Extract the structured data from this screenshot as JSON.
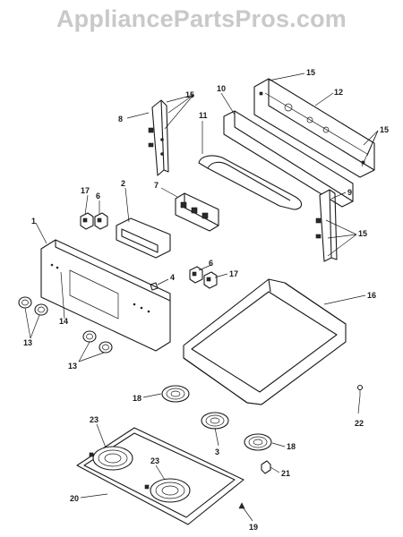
{
  "watermark": "AppliancePartsPros.com",
  "colors": {
    "ink": "#1a1a1a",
    "watermark": "#c9c9c9",
    "background": "#ffffff"
  },
  "callouts": [
    "1",
    "2",
    "3",
    "4",
    "6",
    "6",
    "7",
    "8",
    "9",
    "10",
    "11",
    "12",
    "13",
    "13",
    "14",
    "15",
    "15",
    "15",
    "15",
    "16",
    "17",
    "17",
    "18",
    "18",
    "19",
    "20",
    "21",
    "22",
    "23",
    "23"
  ]
}
